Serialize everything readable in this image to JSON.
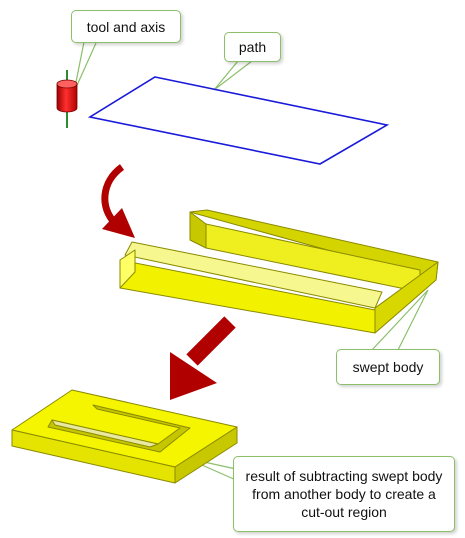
{
  "callouts": {
    "tool_axis": "tool and axis",
    "path": "path",
    "swept_body": "swept body",
    "result": "result of subtracting swept body from another body to create a cut-out region"
  },
  "colors": {
    "path_line": "#1a1adb",
    "tool_body": "#e21010",
    "axis": "#2e8b2e",
    "swept_body": "#f2f200",
    "arrow": "#b00000",
    "callout_border": "#8cbf6a"
  },
  "icons": {
    "tool": "red-cylinder-icon",
    "arrow": "curved-red-arrow-icon"
  }
}
